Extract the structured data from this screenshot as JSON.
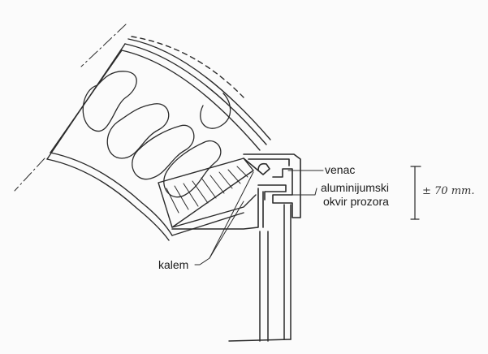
{
  "labels": {
    "venac": "venac",
    "frame_line1": "aluminijumski",
    "frame_line2": "okvir prozora",
    "kalem": "kalem",
    "dimension": "± 70 mm."
  },
  "colors": {
    "ink": "#2b2b2b",
    "paper": "#fbfbfb"
  }
}
